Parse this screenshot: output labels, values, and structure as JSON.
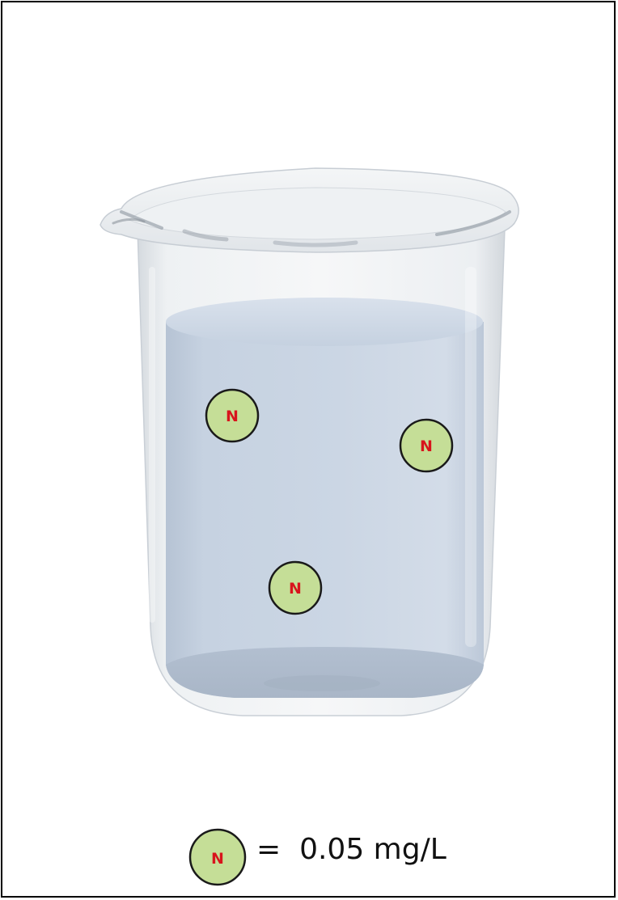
{
  "diagram": {
    "molecule_symbol": "N",
    "molecule_count": 3,
    "colors": {
      "molecule_fill": "#c5de97",
      "molecule_stroke": "#1a1a1a",
      "molecule_text": "#d8141c",
      "water": "#c3d0e0",
      "glass": "#e6eaee",
      "frame_border": "#000000"
    },
    "icons": [
      "beaker-icon",
      "molecule-icon"
    ]
  },
  "legend": {
    "symbol": "N",
    "equals": "=",
    "value": "0.05 mg/L"
  }
}
